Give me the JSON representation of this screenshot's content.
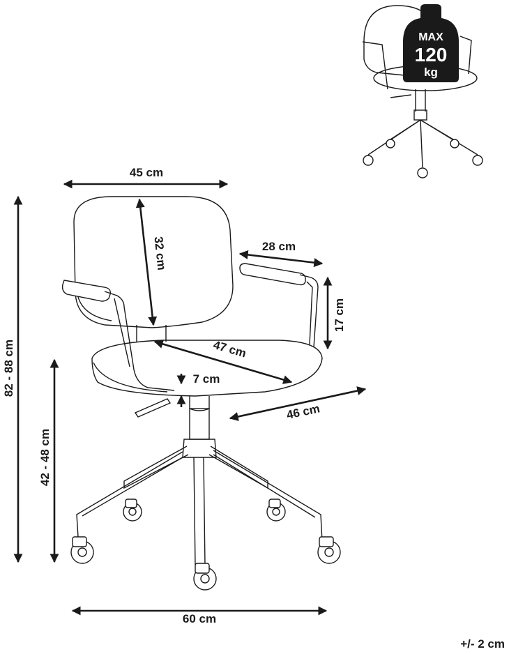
{
  "dimensions": {
    "width_back": "45 cm",
    "back_height": "32 cm",
    "armrest_length": "28 cm",
    "armrest_height": "17 cm",
    "seat_depth": "47 cm",
    "seat_thickness": "7 cm",
    "seat_width": "46 cm",
    "total_height": "82 - 88 cm",
    "seat_height": "42 - 48 cm",
    "base_width": "60 cm"
  },
  "weight_badge": {
    "line1": "MAX",
    "line2": "120",
    "line3": "kg"
  },
  "tolerance": "+/- 2 cm",
  "colors": {
    "ink": "#1a1a1a",
    "background": "#ffffff"
  }
}
